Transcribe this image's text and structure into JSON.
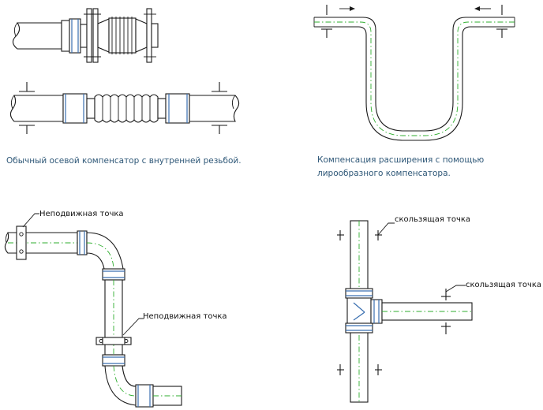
{
  "captions": {
    "axial": "Обычный осевой компенсатор с внутренней резьбой.",
    "lyre_line1": "Компенсация расширения с помощью",
    "lyre_line2": "лирообразного компенсатора."
  },
  "labels": {
    "fixed_point_top": "Неподвижная точка",
    "fixed_point_middle": "Неподвижная точка",
    "sliding_point_top": "скользящая точка",
    "sliding_point_right": "скользящая точка"
  },
  "colors": {
    "line": "#1a1a1a",
    "centerline": "#2fae2f",
    "press_bead": "#3a6fb0",
    "caption_text": "#2f5878"
  }
}
